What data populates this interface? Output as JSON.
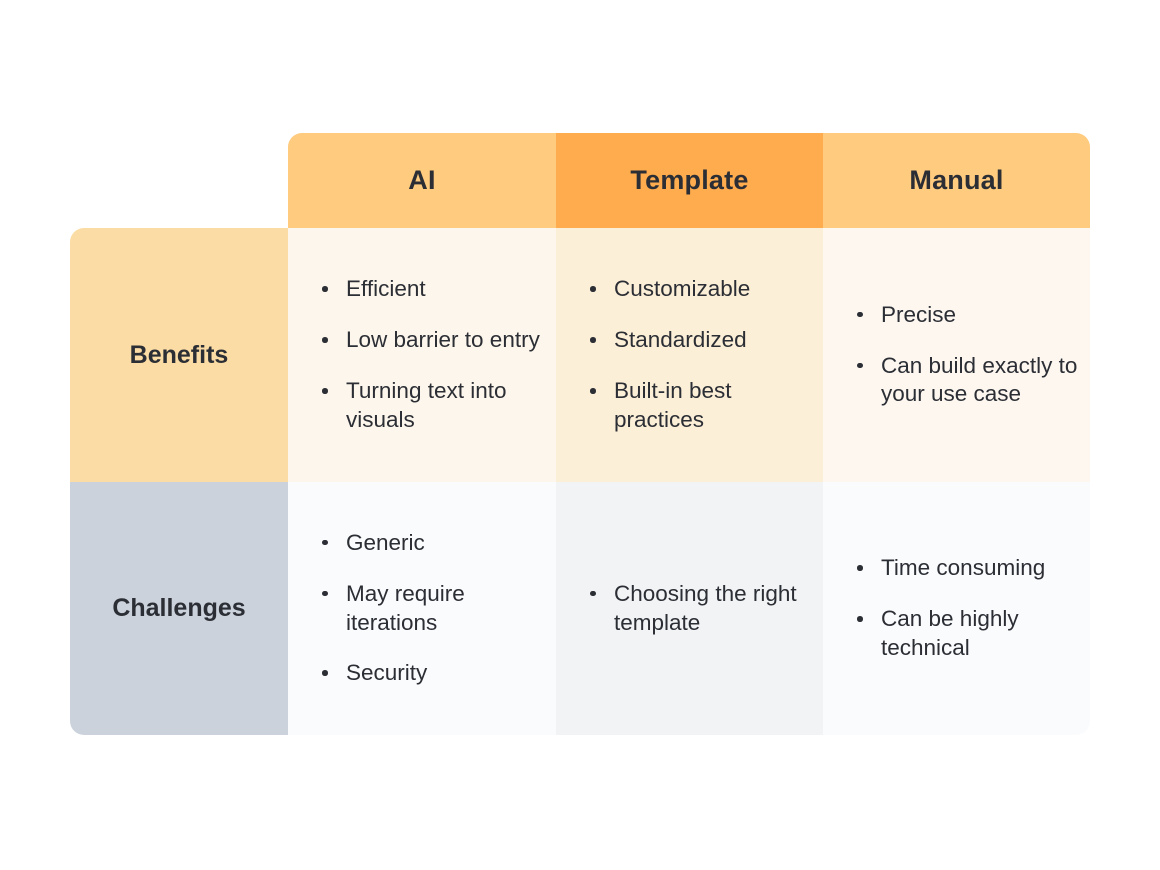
{
  "table": {
    "columns": [
      {
        "key": "ai",
        "label": "AI",
        "highlighted": false
      },
      {
        "key": "template",
        "label": "Template",
        "highlighted": true
      },
      {
        "key": "manual",
        "label": "Manual",
        "highlighted": false
      }
    ],
    "rows": [
      {
        "key": "benefits",
        "label": "Benefits",
        "cells": {
          "ai": [
            "Efficient",
            "Low barrier to entry",
            "Turning text into visuals"
          ],
          "template": [
            "Customizable",
            "Standardized",
            "Built-in best practices"
          ],
          "manual": [
            "Precise",
            "Can build exactly to your use case"
          ]
        }
      },
      {
        "key": "challenges",
        "label": "Challenges",
        "cells": {
          "ai": [
            "Generic",
            "May require iterations",
            "Security"
          ],
          "template": [
            "Choosing the right template"
          ],
          "manual": [
            "Time consuming",
            "Can be highly technical"
          ]
        }
      }
    ]
  },
  "colors": {
    "header_default": "#FFCB7E",
    "header_highlight": "#FFAC4F",
    "benefits_label_bg": "#FBDCA5",
    "challenges_label_bg": "#CBD2DB",
    "benefits_cell_bg": "#FDF6EC",
    "benefits_cell_highlight_bg": "#FCEFD8",
    "benefits_cell_manual_bg": "#FDF7F0",
    "challenges_cell_bg": "#FAFBFD",
    "challenges_cell_highlight_bg": "#F1F3F5",
    "text": "#2B2E34",
    "page_bg": "#FFFFFF"
  }
}
